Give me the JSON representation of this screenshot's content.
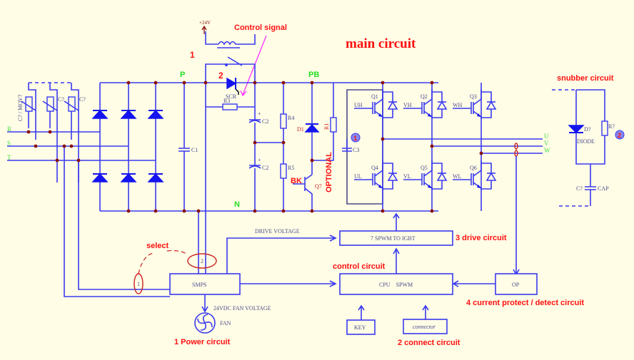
{
  "title": "main circuit",
  "supply_label": "+24V",
  "annotations": {
    "control_signal": "Control signal",
    "num1": "1",
    "num2": "2",
    "optional": "OPTIONAL",
    "bk": "BK",
    "select": "select",
    "snubber": "snubber circuit"
  },
  "nodes": {
    "p": "P",
    "pb": "PB",
    "n": "N"
  },
  "inputs": [
    "R",
    "S",
    "T"
  ],
  "outputs": [
    "U",
    "V",
    "W"
  ],
  "components": {
    "mov": "C? / MOV?",
    "mov2": "C?",
    "mov3": "C?",
    "c1": "C1",
    "scr": "SCR",
    "r3": "R3",
    "c2a": "C2",
    "c2b": "C2",
    "r4": "R4",
    "r5": "R5",
    "d1": "D1",
    "r1": "R1",
    "q7": "Q7",
    "c3": "C3",
    "igbt": [
      {
        "q": "Q1",
        "gate": "UH"
      },
      {
        "q": "Q2",
        "gate": "VH"
      },
      {
        "q": "Q3",
        "gate": "WH"
      },
      {
        "q": "Q4",
        "gate": "UL"
      },
      {
        "q": "Q5",
        "gate": "VL"
      },
      {
        "q": "Q6",
        "gate": "WL"
      }
    ],
    "snubber_diode": "D?",
    "snubber_diode_type": "DIODE",
    "snubber_res": "R?",
    "snubber_cap": "C?",
    "snubber_cap_type": "CAP",
    "badge1": "1",
    "badge2": "2"
  },
  "blocks": {
    "smps": "SMPS",
    "drive": "7 SPWM TO IGBT",
    "cpu": "CPU    SPWM",
    "op": "OP",
    "key": "KEY",
    "connector": "connector",
    "select1": "1",
    "select2": "2"
  },
  "labels": {
    "drive_voltage": "DRIVE VOLTAGE",
    "fan_voltage": "24VDC FAN VOLTAGE",
    "fan": "FAN",
    "power_circuit": "1 Power circuit",
    "drive_circuit": "3 drive circuit",
    "control_circuit": "control circuit",
    "current_protect": "4 current protect / detect circuit",
    "connect_circuit": "2 connect circuit"
  }
}
